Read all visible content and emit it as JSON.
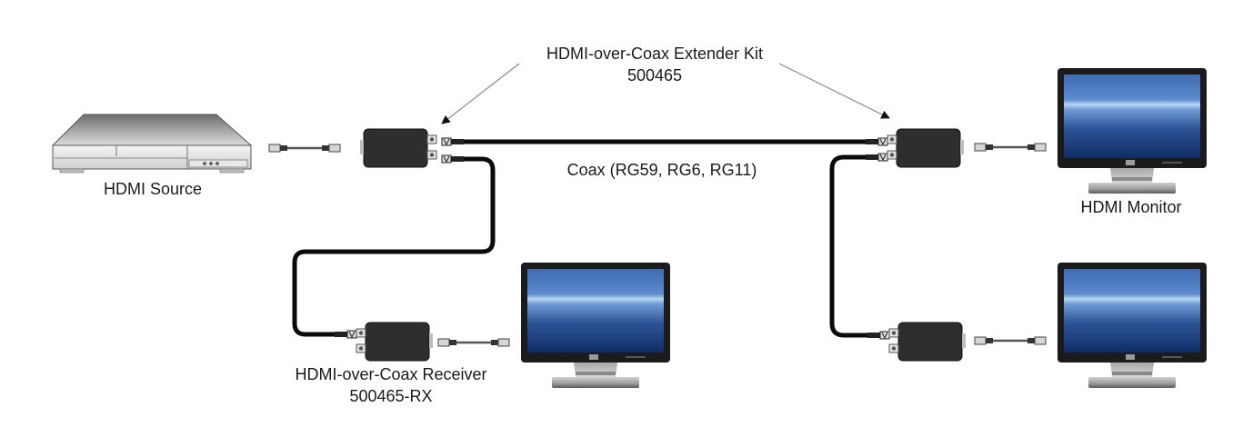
{
  "diagram": {
    "title": "HDMI-over-Coax Extender Kit",
    "title_part_number": "500465",
    "coax_label": "Coax (RG59, RG6, RG11)",
    "source_label": "HDMI Source",
    "monitor_label": "HDMI Monitor",
    "receiver_label": "HDMI-over-Coax Receiver",
    "receiver_part_number": "500465-RX"
  },
  "nodes": [
    {
      "id": "source",
      "type": "hdmi-source-player"
    },
    {
      "id": "tx",
      "type": "extender-unit"
    },
    {
      "id": "rx-left",
      "type": "receiver-unit"
    },
    {
      "id": "rx-right-top",
      "type": "extender-unit"
    },
    {
      "id": "rx-right-bottom",
      "type": "receiver-unit"
    },
    {
      "id": "monitor-left",
      "type": "monitor"
    },
    {
      "id": "monitor-right-top",
      "type": "monitor"
    },
    {
      "id": "monitor-right-bottom",
      "type": "monitor"
    }
  ],
  "edges": [
    {
      "from": "source",
      "to": "tx",
      "cable": "hdmi"
    },
    {
      "from": "tx",
      "to": "rx-right-top",
      "cable": "coax"
    },
    {
      "from": "tx",
      "to": "rx-left",
      "cable": "coax"
    },
    {
      "from": "rx-right-top",
      "to": "rx-right-bottom",
      "cable": "coax"
    },
    {
      "from": "rx-left",
      "to": "monitor-left",
      "cable": "hdmi"
    },
    {
      "from": "rx-right-top",
      "to": "monitor-right-top",
      "cable": "hdmi"
    },
    {
      "from": "rx-right-bottom",
      "to": "monitor-right-bottom",
      "cable": "hdmi"
    }
  ],
  "colors": {
    "cable": "#0a0a0a",
    "unit_body": "#2e2e2e",
    "screen_top": "#3a64a8",
    "screen_band": "#9fc4ea",
    "screen_bottom": "#10306a",
    "arrow": "#8a8a8a"
  }
}
